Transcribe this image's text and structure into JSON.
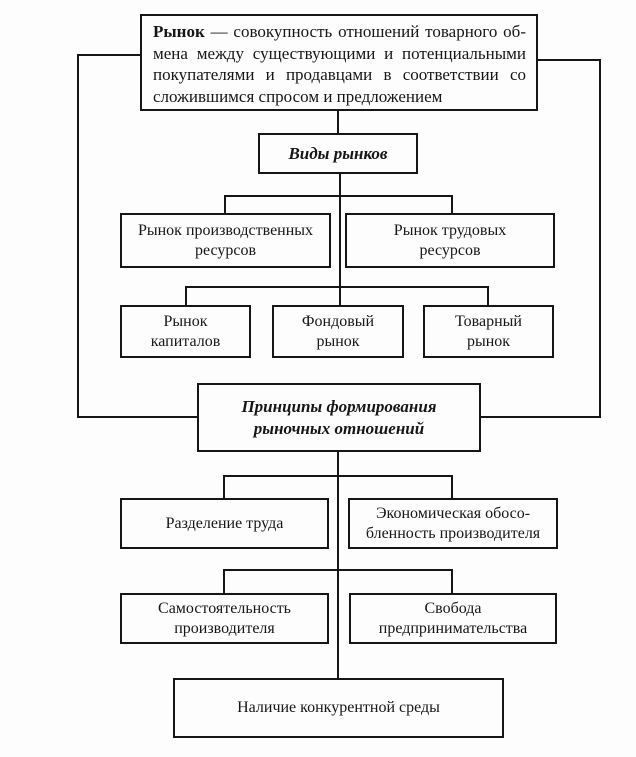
{
  "colors": {
    "line": "#161616",
    "background": "#fdfdfd",
    "box_bg": "#fdfdfd"
  },
  "definition_box": {
    "term": "Рынок",
    "lines": [
      "— совокупность отношений товарного об-",
      "мена между существующими и потенциальными",
      "покупателями и продавцами в соответствии со",
      "сложившимся спросом и предложением"
    ]
  },
  "nodes": {
    "market_types": {
      "label": "Виды рынков"
    },
    "production_resources": {
      "lines": [
        "Рынок производственных",
        "ресурсов"
      ]
    },
    "labor_resources": {
      "lines": [
        "Рынок трудовых",
        "ресурсов"
      ]
    },
    "capital_market": {
      "lines": [
        "Рынок",
        "капиталов"
      ]
    },
    "stock_market": {
      "lines": [
        "Фондовый",
        "рынок"
      ]
    },
    "commodity_market": {
      "lines": [
        "Товарный",
        "рынок"
      ]
    },
    "principles": {
      "lines": [
        "Принципы формирования",
        "рыночных отношений"
      ]
    },
    "division_of_labor": {
      "label": "Разделение труда"
    },
    "economic_isolation": {
      "lines": [
        "Экономическая обосо-",
        "бленность производителя"
      ]
    },
    "producer_independence": {
      "lines": [
        "Самостоятельность",
        "производителя"
      ]
    },
    "freedom_of_entrepreneurship": {
      "lines": [
        "Свобода",
        "предпринимательства"
      ]
    },
    "competitive_environment": {
      "label": "Наличие конкурентной среды"
    }
  }
}
